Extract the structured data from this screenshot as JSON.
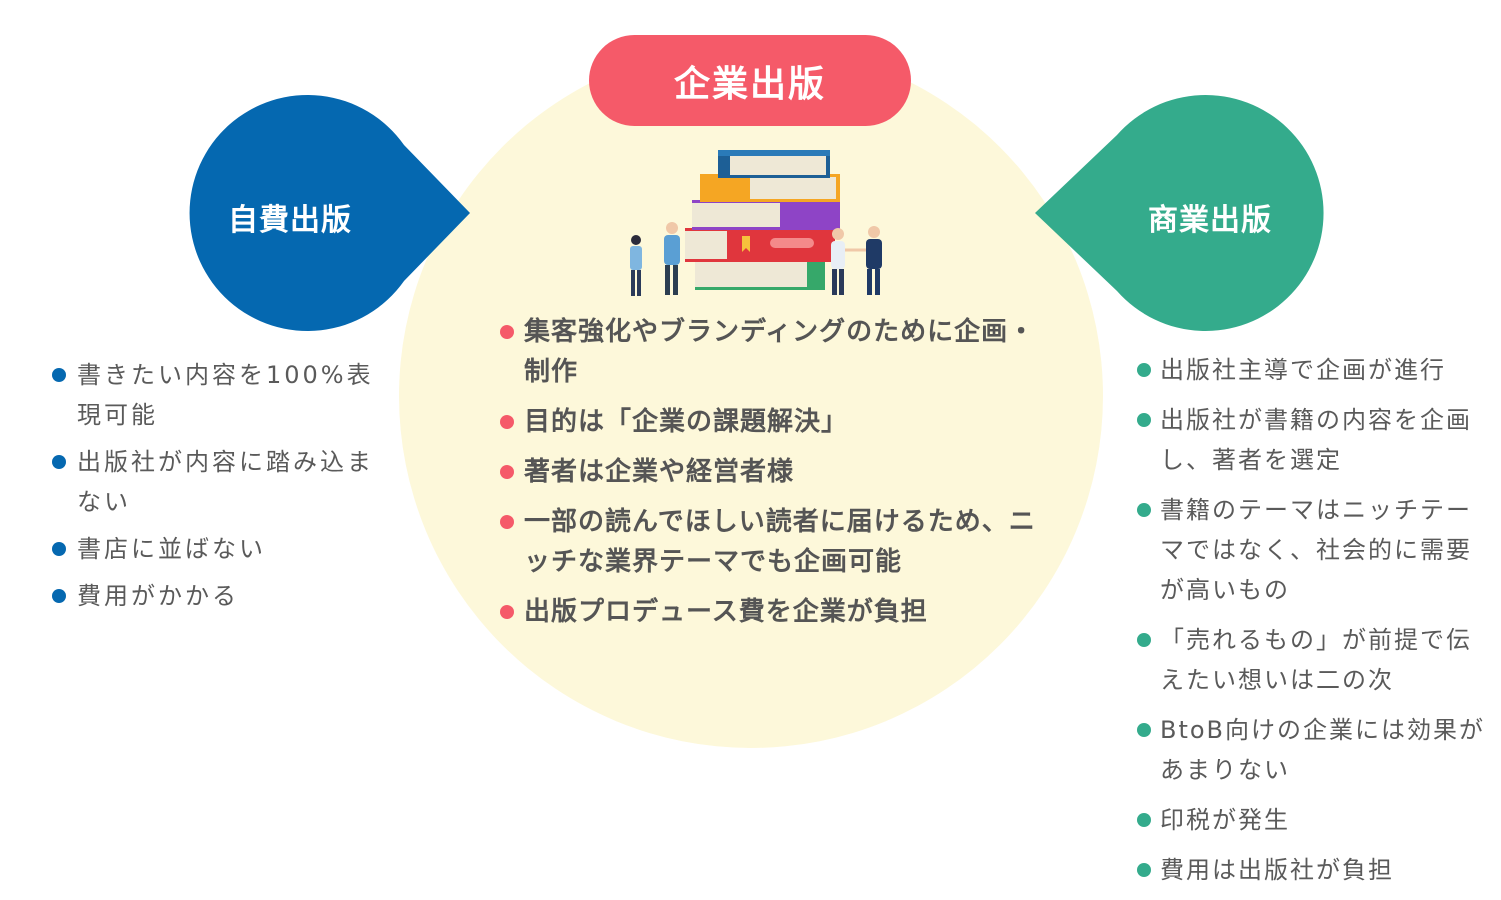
{
  "colors": {
    "blue": "#0568b0",
    "pink": "#f55a69",
    "green": "#34ab8c",
    "cream": "#fdf8da"
  },
  "center": {
    "title": "企業出版",
    "illustration": "books-stack-with-people",
    "items": [
      "集客強化やブランディングのために企画・制作",
      "目的は「企業の課題解決」",
      "著者は企業や経営者様",
      "一部の読んでほしい読者に届けるため、ニッチな業界テーマでも企画可能",
      "出版プロデュース費を企業が負担"
    ]
  },
  "left": {
    "title": "自費出版",
    "items": [
      "書きたい内容を100%表現可能",
      "出版社が内容に踏み込まない",
      "書店に並ばない",
      "費用がかかる"
    ]
  },
  "right": {
    "title": "商業出版",
    "items": [
      "出版社主導で企画が進行",
      "出版社が書籍の内容を企画し、著者を選定",
      "書籍のテーマはニッチテーマではなく、社会的に需要が高いもの",
      "「売れるもの」が前提で伝えたい想いは二の次",
      "BtoB向けの企業には効果があまりない",
      "印税が発生",
      "費用は出版社が負担"
    ]
  }
}
